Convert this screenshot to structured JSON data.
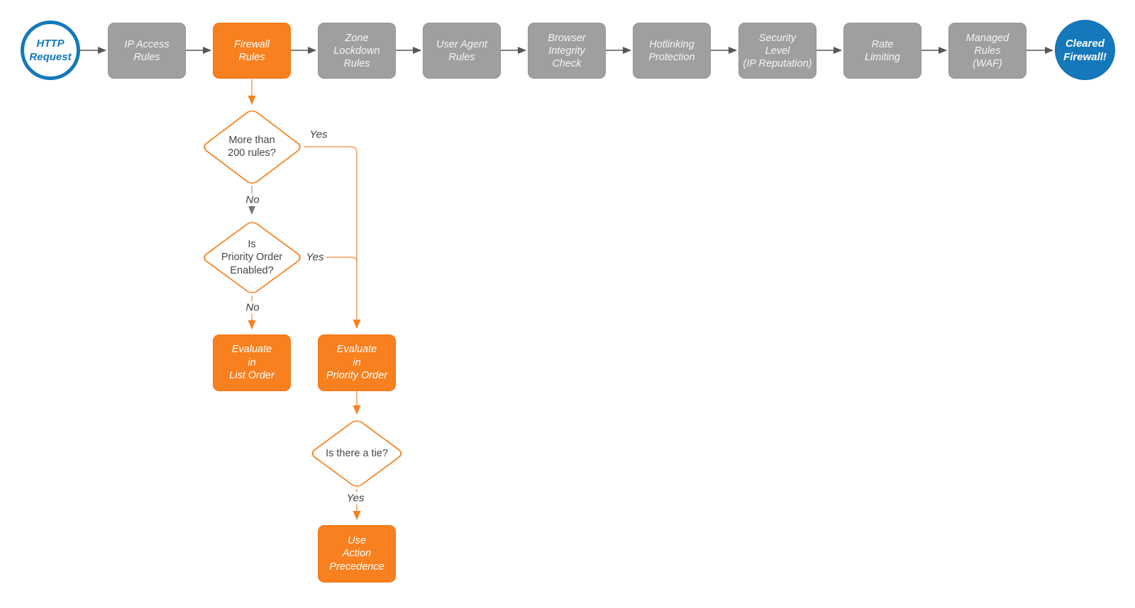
{
  "flow": {
    "start_label": "HTTP\nRequest",
    "stages": [
      {
        "label": "IP Access\nRules"
      },
      {
        "label": "Firewall\nRules"
      },
      {
        "label": "Zone\nLockdown\nRules"
      },
      {
        "label": "User Agent\nRules"
      },
      {
        "label": "Browser\nIntegrity\nCheck"
      },
      {
        "label": "Hotlinking\nProtection"
      },
      {
        "label": "Security\nLevel\n(IP Reputation)"
      },
      {
        "label": "Rate\nLimiting"
      },
      {
        "label": "Managed\nRules\n(WAF)"
      }
    ],
    "end_label": "Cleared\nFirewall!"
  },
  "decision_tree": {
    "d1": {
      "question": "More than\n200 rules?",
      "yes": "Yes",
      "no": "No"
    },
    "d2": {
      "question": "Is\nPriority Order\nEnabled?",
      "yes": "Yes",
      "no": "No"
    },
    "d3": {
      "question": "Is there a tie?",
      "yes": "Yes"
    },
    "action_list_order": "Evaluate\nin\nList Order",
    "action_priority_order": "Evaluate\nin\nPriority Order",
    "action_precedence": "Use\nAction\nPrecedence"
  },
  "colors": {
    "accent_orange": "#f8801f",
    "connector_orange_light": "#f89a5e",
    "stage_gray": "#9e9fa1",
    "brand_blue": "#1478bb",
    "arrow_gray": "#565656",
    "text_dark": "#474747"
  }
}
